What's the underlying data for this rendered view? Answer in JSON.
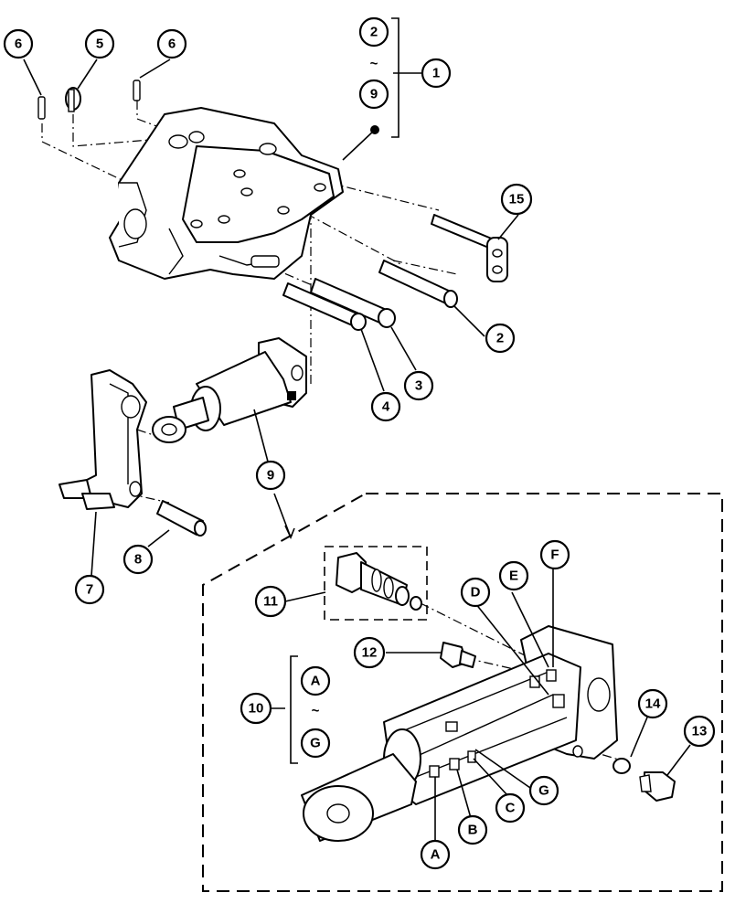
{
  "callouts": {
    "c6a": "6",
    "c5": "5",
    "c6b": "6",
    "c2_top": "2",
    "c9_top": "9",
    "c1": "1",
    "c15": "15",
    "c2": "2",
    "c3": "3",
    "c4": "4",
    "c9": "9",
    "c7": "7",
    "c8": "8",
    "c11": "11",
    "c12": "12",
    "c10": "10",
    "cA_kit": "A",
    "cG_kit": "G",
    "cD": "D",
    "cE": "E",
    "cF": "F",
    "c14": "14",
    "c13": "13",
    "cA": "A",
    "cB": "B",
    "cC": "C",
    "cG": "G"
  },
  "range_markers": {
    "top_group": "~",
    "seal_kit": "~"
  }
}
